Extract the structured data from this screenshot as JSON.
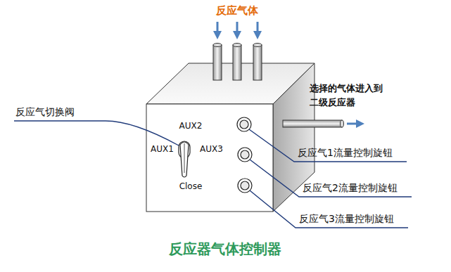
{
  "diagram": {
    "caption": "反应器气体控制器",
    "labels": [
      "反应气体",
      "AUX2",
      "反应气切换阀",
      "选择的气体进入到 二级反应器",
      "AUX1",
      "AUX3",
      "反应气1流量控制旋钮",
      "Close",
      "反应气2流量控制旋钮",
      "反应气3流量控制旋钮"
    ]
  }
}
